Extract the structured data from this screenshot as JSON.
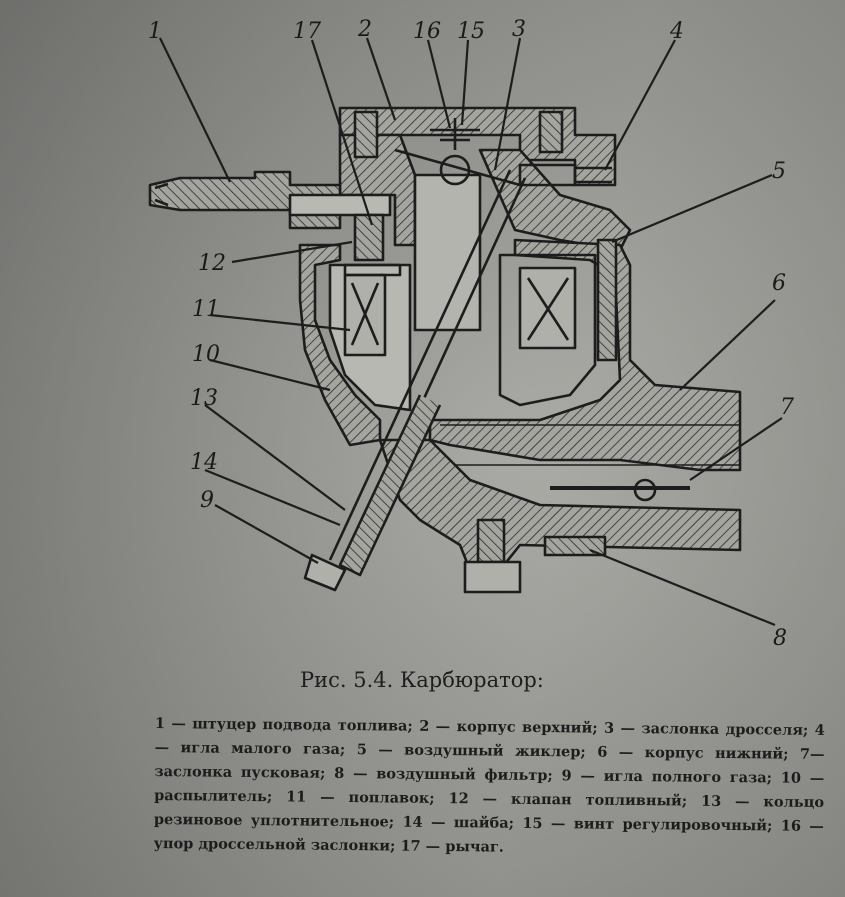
{
  "figure": {
    "callouts": [
      "1",
      "17",
      "2",
      "16",
      "15",
      "3",
      "4",
      "5",
      "12",
      "6",
      "11",
      "10",
      "7",
      "13",
      "14",
      "9",
      "8"
    ]
  },
  "caption": "Рис. 5.4. Карбюратор:",
  "legend": [
    "1 — штуцер подвода топлива;",
    "2 — корпус верхний;",
    "3 — заслонка дросселя;",
    "4 — игла малого газа;",
    "5 — воздушный жиклер;",
    "6 — корпус нижний;",
    "7— заслонка пусковая;",
    "8 — воздушный фильтр;",
    "9 — игла полного газа;",
    "10 — распылитель;",
    "11 — поплавок;",
    "12 — клапан топливный;",
    "13 — кольцо резиновое уплотнительное;",
    "14 — шайба;",
    "15 — винт регулировочный;",
    "16 — упор дроссельной заслонки;",
    "17 — рычаг."
  ]
}
